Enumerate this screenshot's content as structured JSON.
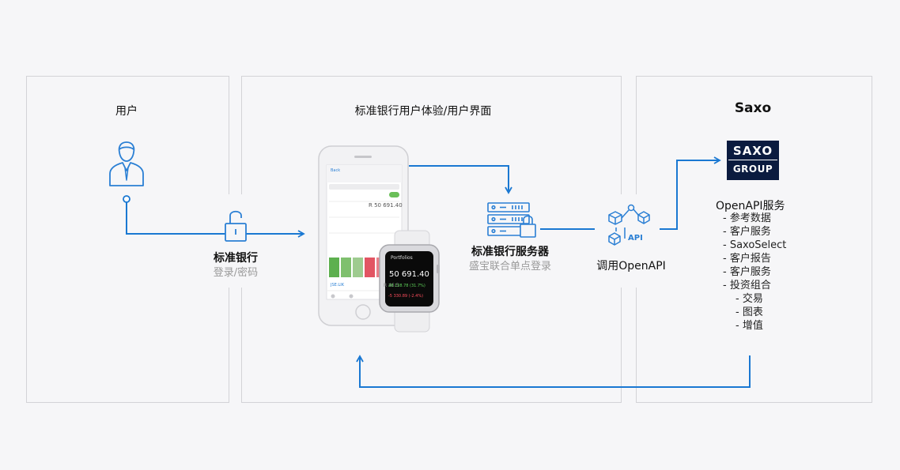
{
  "user_panel": {
    "title": "用户"
  },
  "bank_panel": {
    "title": "标准银行用户体验/用户界面"
  },
  "saxo_panel": {
    "title": "Saxo"
  },
  "login_node": {
    "label": "标准银行",
    "sublabel": "登录/密码"
  },
  "server_node": {
    "label": "标准银行服务器",
    "sublabel": "盛宝联合单点登录"
  },
  "api_node": {
    "label": "调用OpenAPI",
    "icon_text": "API"
  },
  "saxo_logo": {
    "line1": "SAXO",
    "line2": "GROUP"
  },
  "services": {
    "title": "OpenAPI服务",
    "items": [
      {
        "text": "- 参考数据",
        "level": 1
      },
      {
        "text": "- 客户服务",
        "level": 1
      },
      {
        "text": "- SaxoSelect",
        "level": 1
      },
      {
        "text": "- 客户报告",
        "level": 1
      },
      {
        "text": "- 客户服务",
        "level": 1
      },
      {
        "text": "- 投资组合",
        "level": 1
      },
      {
        "text": "- 交易",
        "level": 2
      },
      {
        "text": "- 图表",
        "level": 2
      },
      {
        "text": "- 增值",
        "level": 2
      }
    ]
  },
  "watch": {
    "header": "Portfolios",
    "value": "50 691.40",
    "green": "28 138.78 (31.7%)",
    "red": "-5 330.89 (-2.4%)"
  },
  "phone": {
    "back": "Back",
    "value": "R 50 691.40",
    "ticker": "JSE:LIK",
    "ticker_value": "R 46.5"
  },
  "colors": {
    "accent": "#1a78d2",
    "border": "#d3d3d7",
    "icon_blue": "#2a7fd4"
  }
}
